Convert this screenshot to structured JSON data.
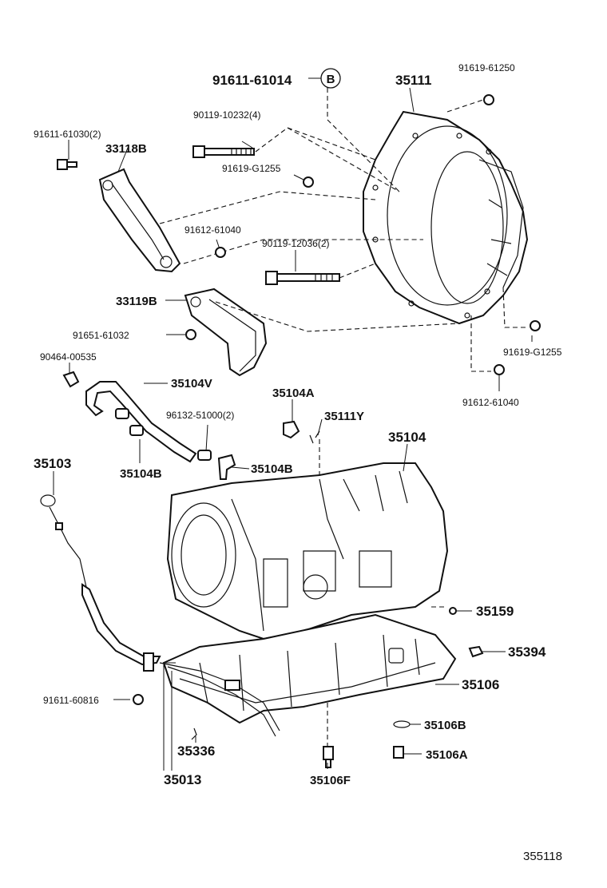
{
  "labels": {
    "p91611_61014": "91611-61014",
    "p35111": "35111",
    "p91619_61250": "91619-61250",
    "p90119_10232": "90119-10232(4)",
    "p91611_61030": "91611-61030(2)",
    "p33118B": "33118B",
    "p91619_G1255_a": "91619-G1255",
    "p91612_61040_a": "91612-61040",
    "p90119_12036": "90119-12036(2)",
    "p33119B": "33119B",
    "p91651_61032": "91651-61032",
    "p91619_G1255_b": "91619-G1255",
    "p90464_00535": "90464-00535",
    "p35104V": "35104V",
    "p91612_61040_b": "91612-61040",
    "p35104A": "35104A",
    "p96132_51000": "96132-51000(2)",
    "p35111Y": "35111Y",
    "p35104": "35104",
    "p35103": "35103",
    "p35104B_a": "35104B",
    "p35104B_b": "35104B",
    "p35159": "35159",
    "p35394": "35394",
    "p35106": "35106",
    "p91611_60816": "91611-60816",
    "p35106B": "35106B",
    "p35336": "35336",
    "p35106A": "35106A",
    "p35013": "35013",
    "p35106F": "35106F",
    "figure_number": "355118"
  },
  "badges": {
    "b_letter": "B"
  }
}
